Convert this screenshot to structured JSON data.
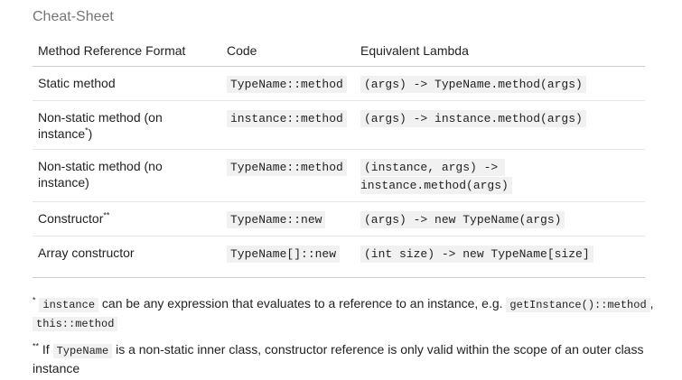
{
  "title": "Cheat-Sheet",
  "table": {
    "headers": [
      "Method Reference Format",
      "Code",
      "Equivalent Lambda"
    ],
    "rows": [
      {
        "format": "Static method",
        "sup": "",
        "format_tail": "",
        "code": "TypeName::method",
        "lambda": "(args) -> TypeName.method(args)"
      },
      {
        "format": "Non-static method (on instance",
        "sup": "*",
        "format_tail": ")",
        "code": "instance::method",
        "lambda": "(args) -> instance.method(args)"
      },
      {
        "format": "Non-static method (no instance)",
        "sup": "",
        "format_tail": "",
        "code": "TypeName::method",
        "lambda": "(instance, args) -> instance.method(args)"
      },
      {
        "format": "Constructor",
        "sup": "**",
        "format_tail": "",
        "code": "TypeName::new",
        "lambda": "(args) -> new TypeName(args)"
      },
      {
        "format": "Array constructor",
        "sup": "",
        "format_tail": "",
        "code": "TypeName[]::new",
        "lambda": "(int size) -> new TypeName[size]"
      }
    ]
  },
  "footnotes": {
    "one": {
      "marker": "*",
      "code1": "instance",
      "text1": " can be any expression that evaluates to a reference to an instance, e.g. ",
      "code2": "getInstance()::method",
      "text2": ", ",
      "code3": "this::method"
    },
    "two": {
      "marker": "**",
      "text1": " If ",
      "code1": "TypeName",
      "text2": " is a non-static inner class, constructor reference is only valid within the scope of an outer class instance"
    }
  }
}
